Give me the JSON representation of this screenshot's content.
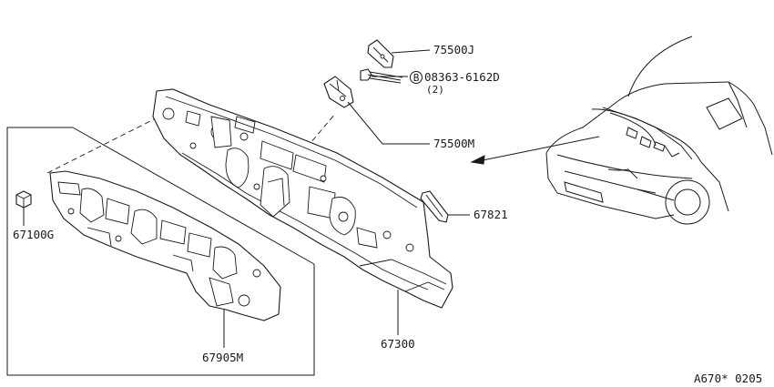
{
  "labels": {
    "p75500j": "75500J",
    "p08363": "08363-6162D",
    "p08363_qty": "(2)",
    "p08363_circle": "B",
    "p75500m": "75500M",
    "p67821": "67821",
    "p67100g": "67100G",
    "p67300": "67300",
    "p67905m": "67905M",
    "ref_code": "A670* 0205"
  }
}
